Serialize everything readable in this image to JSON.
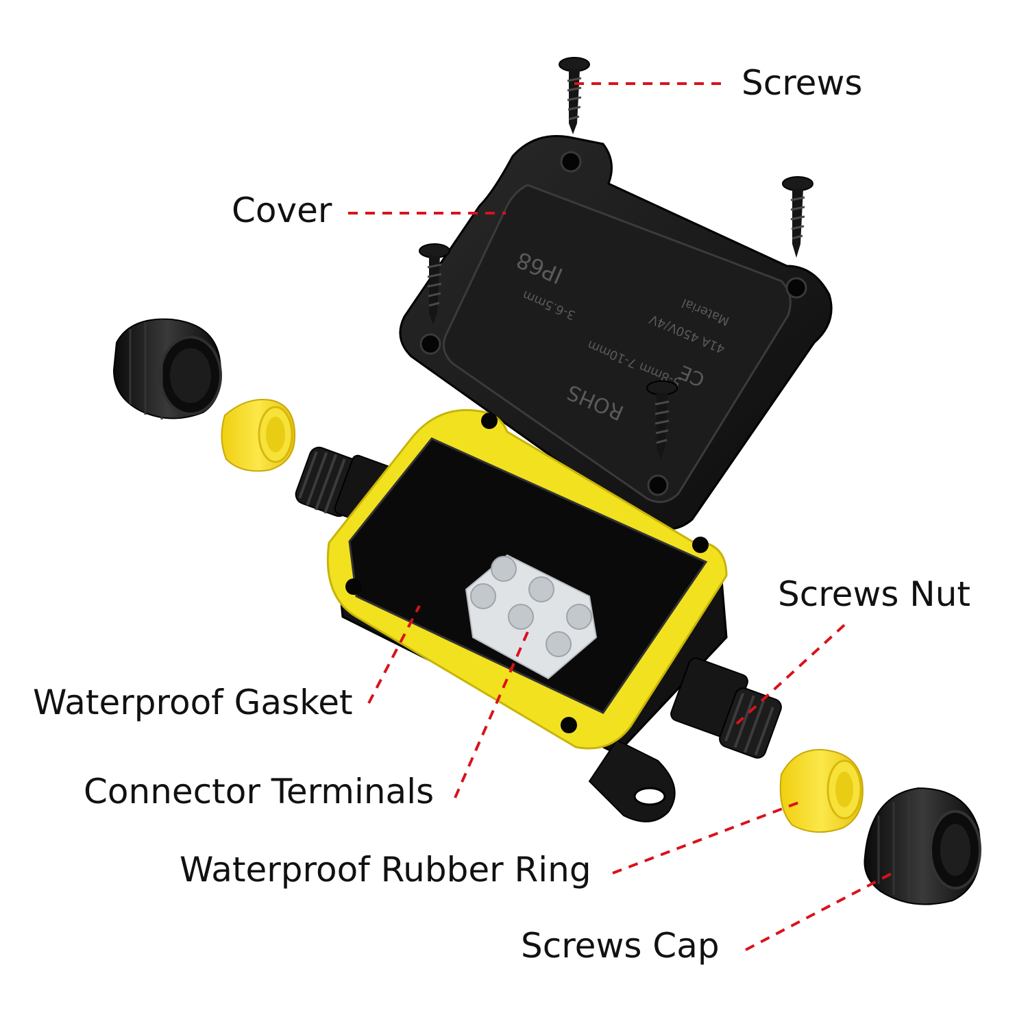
{
  "labels": {
    "screws": "Screws",
    "cover": "Cover",
    "screws_nut": "Screws Nut",
    "waterproof_gasket": "Waterproof Gasket",
    "connector_terminals": "Connector Terminals",
    "waterproof_rubber_ring": "Waterproof Rubber Ring",
    "screws_cap": "Screws Cap"
  },
  "cover_markings": {
    "line1": "ROHS",
    "line2": "5-8mm 7-10mm",
    "line3": "3-6.5mm",
    "rating": "IP68",
    "current": "41A 450V/4V",
    "material": "Material",
    "ce": "CE"
  },
  "colors": {
    "leader_line": "#d9121b",
    "housing_black": "#141414",
    "gasket_yellow": "#f2e11f",
    "ring_yellow": "#f7de1a",
    "terminal_white": "#dfe3e6"
  }
}
